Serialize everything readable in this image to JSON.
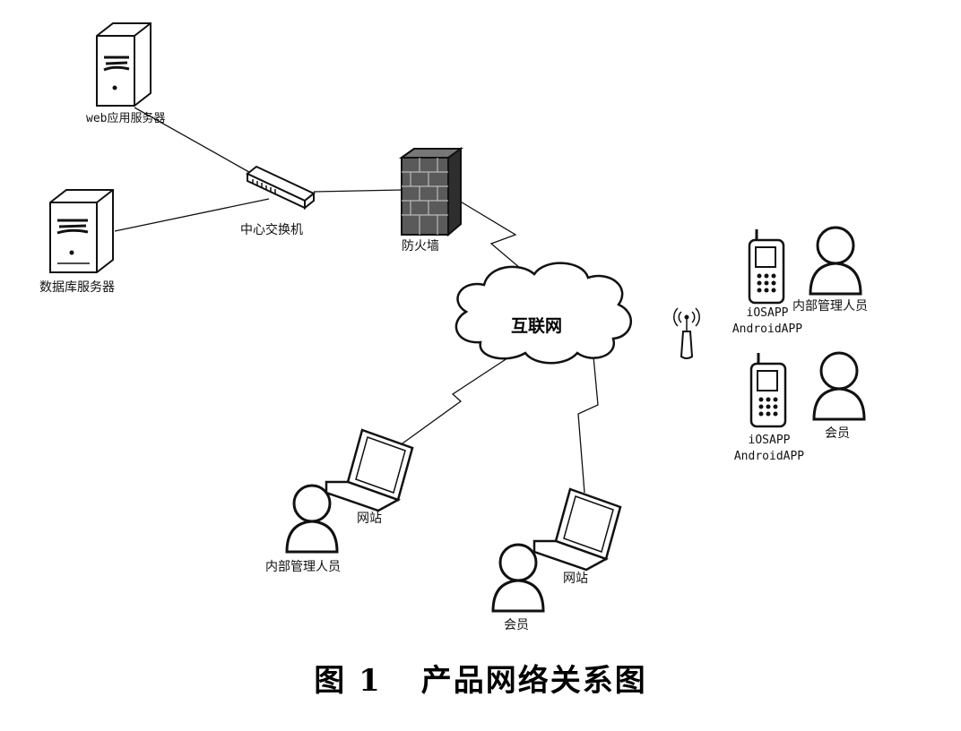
{
  "nodes": {
    "web_server": "web应用服务器",
    "db_server": "数据库服务器",
    "switch": "中心交换机",
    "firewall": "防火墙",
    "internet": "互联网",
    "laptop_left": "网站",
    "laptop_right": "网站",
    "user_left": "内部管理人员",
    "user_bottom": "会员",
    "phone_top_line1": "iOSAPP",
    "phone_top_line2": "AndroidAPP",
    "phone_bottom_line1": "iOSAPP",
    "phone_bottom_line2": "AndroidAPP",
    "user_top_right": "内部管理人员",
    "user_bottom_right": "会员"
  },
  "caption": {
    "number": "图 1",
    "title": "产品网络关系图"
  }
}
